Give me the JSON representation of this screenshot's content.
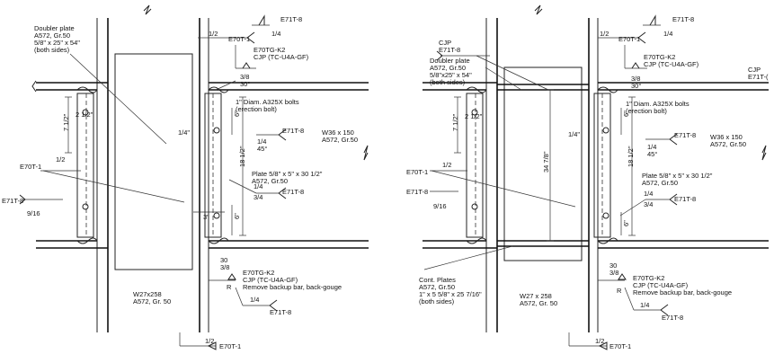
{
  "left_detail": {
    "doubler_note": [
      "Doubler plate",
      "A572, Gr.50",
      "5/8\" x 25\" x 54\"",
      "(both sides)"
    ],
    "top_weld_1": "1/2",
    "top_weld_1_spec": "E70T-1",
    "top_weld_2": "1/4",
    "top_weld_2_spec": "E71T-8",
    "cjp_top": [
      "E70TG-K2",
      "CJP (TC-U4A-GF)"
    ],
    "cjp_top_size": "3/8",
    "cjp_top_angle": "30°",
    "bolts_note": [
      "1\" Diam. A325X bolts",
      "(erection bolt)"
    ],
    "dim_7_5": "7 1/2\"",
    "dim_2_5": "2 1/2\"",
    "dim_1_4_left": "1/4\"",
    "fillet_1": "1/4",
    "fillet_1_angle": "45°",
    "fillet_1_spec": "E71T-8",
    "beam": [
      "W36 x 150",
      "A572, Gr.50"
    ],
    "dim_18_5": "18 1/2\"",
    "dim_6_top": "6\"",
    "plate_note": [
      "Plate 5/8\" x 5\" x 30 1/2\"",
      "A572, Gr.50"
    ],
    "weld_e70t1_left": "E70T-1",
    "weld_half_left": "1/2",
    "fillet_2_top": "1/4",
    "fillet_2_bot": "3/4",
    "fillet_2_spec": "E71T-8",
    "dim_3": "3\"",
    "dim_6_bot": "6\"",
    "weld_e71t8_left": "E71T-8",
    "weld_9_16": "9/16",
    "bot_cjp_size": "3/8",
    "bot_cjp_angle": "30",
    "bot_cjp": [
      "E70TG-K2",
      "CJP (TC-U4A-GF)",
      "Remove backup bar, back-gouge"
    ],
    "bot_r": "R",
    "column": [
      "W27x258",
      "A572, Gr. 50"
    ],
    "bot_fillet": "1/4",
    "bot_fillet_spec": "E71T-8",
    "bot_weld": "1/2",
    "bot_weld_spec": "E70T-1"
  },
  "right_detail": {
    "cjp_note": [
      "CJP",
      "E71T-8"
    ],
    "doubler_note": [
      "Doubler plate",
      "A572, Gr.50",
      "5/8\"x25\" x 54\"",
      "(both sides)"
    ],
    "top_weld_1": "1/2",
    "top_weld_1_spec": "E70T-1",
    "top_weld_2": "1/4",
    "top_weld_2_spec": "E71T-8",
    "cjp_top": [
      "E70TG-K2",
      "CJP (TC-U4A-GF)"
    ],
    "cjp_top_size": "3/8",
    "cjp_top_angle": "30°",
    "cjp_edge": [
      "CJP",
      "E71T-("
    ],
    "bolts_note": [
      "1\" Diam. A325X bolts",
      "(erection bolt)"
    ],
    "dim_7_5": "7 1/2\"",
    "dim_2_5": "2 1/2\"",
    "dim_1_4": "1/4\"",
    "dim_34": "34 7/8\"",
    "fillet_1": "1/4",
    "fillet_1_angle": "45°",
    "fillet_1_spec": "E71T-8",
    "beam": [
      "W36 x 150",
      "A572, Gr.50"
    ],
    "dim_18_5": "18 1/2\"",
    "dim_6_top": "6\"",
    "plate_note": [
      "Plate 5/8\" x 5\" x 30 1/2\"",
      "A572, Gr.50"
    ],
    "weld_e70t1": "E70T-1",
    "weld_half": "1/2",
    "fillet_2_top": "1/4",
    "fillet_2_bot": "3/4",
    "fillet_2_spec": "E71T-8",
    "weld_e71t8": "E71T-8",
    "weld_9_16": "9/16",
    "dim_6_bot": "6\"",
    "cont_plates": [
      "Cont. Plates",
      "A572, Gr.50",
      "1\" x 5 5/8\" x 25 7/16\"",
      "(both sides)"
    ],
    "bot_cjp_size": "3/8",
    "bot_cjp_angle": "30",
    "bot_cjp": [
      "E70TG-K2",
      "CJP (TC-U4A-GF)",
      "Remove backup bar, back-gouge"
    ],
    "bot_r": "R",
    "column": [
      "W27 x 258",
      "A572, Gr. 50"
    ],
    "bot_fillet": "1/4",
    "bot_fillet_spec": "E71T-8",
    "bot_weld": "1/2",
    "bot_weld_spec": "E70T-1"
  }
}
